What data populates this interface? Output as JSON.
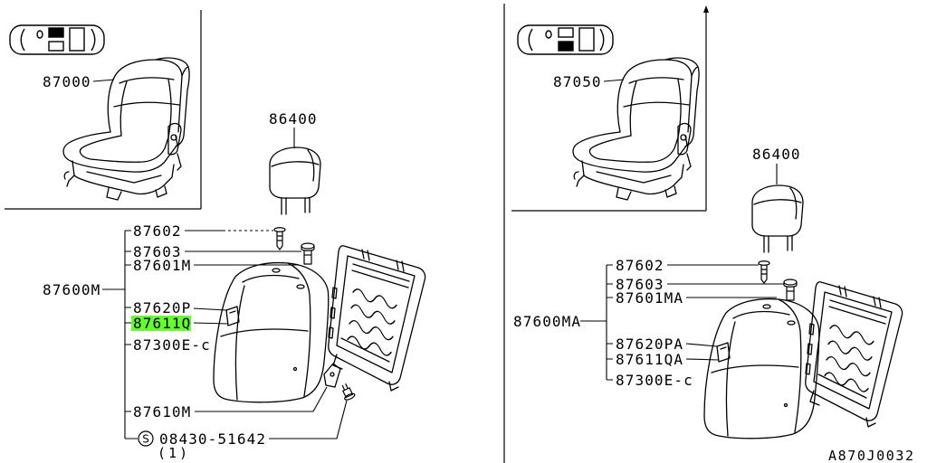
{
  "diagram_code": "A870J0032",
  "colors": {
    "ink": "#000000",
    "background": "#ffffff",
    "highlight": "#66ff33"
  },
  "icons": {
    "position_icon": "car-seat-position-icon",
    "bolt_symbol": "circled-s-icon"
  },
  "left": {
    "seat_assembly": "87000",
    "headrest": "86400",
    "group_label": "87600M",
    "callouts": [
      {
        "part_no": "87602"
      },
      {
        "part_no": "87603"
      },
      {
        "part_no": "87601M"
      },
      {
        "part_no": "87620P"
      },
      {
        "part_no": "87611Q",
        "highlighted": true
      },
      {
        "part_no": "87300E-c"
      },
      {
        "part_no": "87610M"
      },
      {
        "part_no": "08430-51642",
        "symbol": "S",
        "qty": "(1)"
      }
    ]
  },
  "right": {
    "seat_assembly": "87050",
    "headrest": "86400",
    "group_label": "87600MA",
    "callouts": [
      {
        "part_no": "87602"
      },
      {
        "part_no": "87603"
      },
      {
        "part_no": "87601MA"
      },
      {
        "part_no": "87620PA"
      },
      {
        "part_no": "87611QA"
      },
      {
        "part_no": "87300E-c"
      }
    ]
  }
}
